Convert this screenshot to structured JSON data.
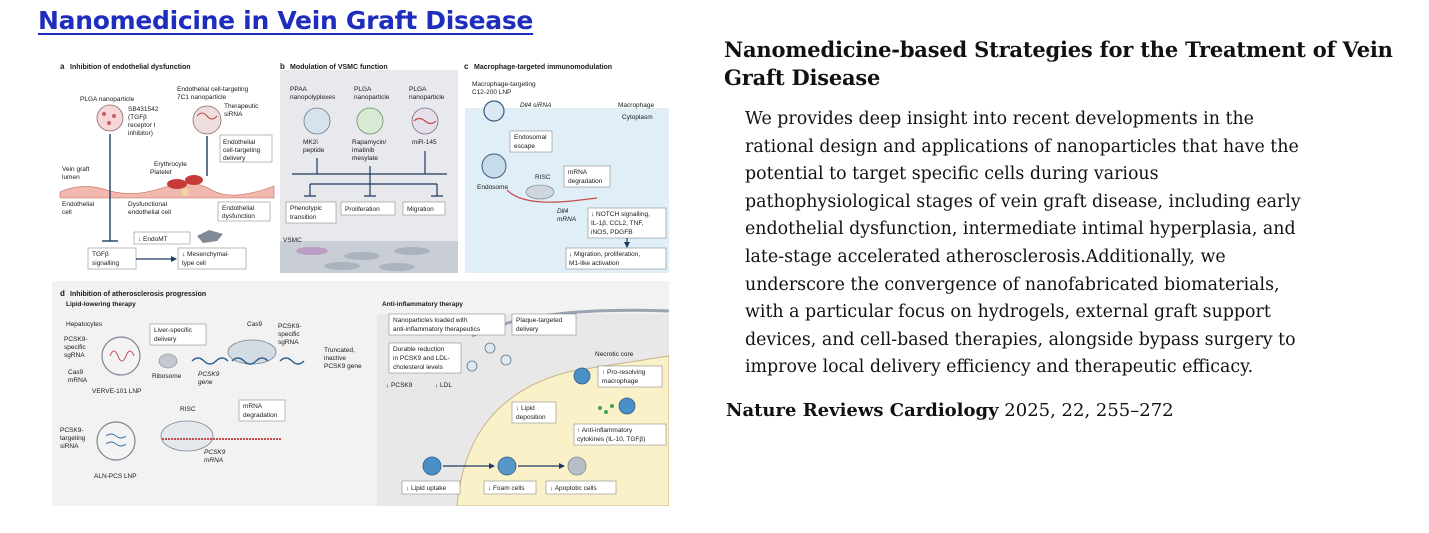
{
  "headline": "Nanomedicine in Vein Graft Disease",
  "article": {
    "title": "Nanomedicine-based Strategies for the Treatment of Vein Graft Disease",
    "abstract": "We provides deep insight into recent developments in the rational design and applications of nanoparticles that have the potential to target specific cells during various pathophysiological stages of vein graft disease, including early endothelial dysfunction, intermediate intimal hyperplasia, and late-stage accelerated atherosclerosis.Additionally, we underscore the convergence of nanofabricated biomaterials, with a particular focus on hydrogels, external graft support devices, and cell-based therapies, alongside bypass surgery to improve local delivery efficiency and therapeutic efficacy.",
    "journal": "Nature Reviews Cardiology",
    "citation_details": " 2025, 22, 255–272"
  },
  "figure": {
    "panel_a": {
      "letter": "a",
      "title": "Inhibition of endothelial dysfunction",
      "plga_np": "PLGA nanoparticle",
      "sb431542": [
        "SB431542",
        "(TGFβ",
        "receptor I",
        "inhibitor)"
      ],
      "ec_targeting_np": [
        "Endothelial cell-targeting",
        "7C1 nanoparticle"
      ],
      "therapeutic_sirna": [
        "Therapeutic",
        "siRNA"
      ],
      "ec_targeting_delivery": [
        "Endothelial",
        "cell-targeting",
        "delivery"
      ],
      "erythrocyte": "Erythrocyte",
      "platelet": "Platelet",
      "vein_graft_lumen": [
        "Vein graft",
        "lumen"
      ],
      "endothelial_cell": [
        "Endothelial",
        "cell"
      ],
      "dysfunctional_ec": [
        "Dysfunctional",
        "endothelial cell"
      ],
      "endothelial_dysfunction": [
        "Endothelial",
        "dysfunction"
      ],
      "endomt": "↓ EndoMT",
      "tgfb_signalling": [
        "TGFβ",
        "signalling"
      ],
      "mesenchymal": [
        "↓ Mesenchymal-",
        "type cell"
      ]
    },
    "panel_b": {
      "letter": "b",
      "title": "Modulation of VSMC function",
      "ppaa": [
        "PPAA",
        "nanopolyplexes"
      ],
      "plga1": [
        "PLGA",
        "nanoparticle"
      ],
      "plga2": [
        "PLGA",
        "nanoparticle"
      ],
      "mk2i": [
        "MK2i",
        "peptide"
      ],
      "rapamycin": [
        "Rapamycin/",
        "imatinib",
        "mesylate"
      ],
      "mir145": "miR-145",
      "phenotypic": [
        "Phenotypic",
        "transition"
      ],
      "proliferation": "Proliferation",
      "migration": "Migration",
      "vsmc": "VSMC"
    },
    "panel_c": {
      "letter": "c",
      "title": "Macrophage-targeted immunomodulation",
      "lnp": [
        "Macrophage-targeting",
        "C12-200 LNP"
      ],
      "dll4_sirna": "Dll4 siRNA",
      "macrophage": "Macrophage",
      "cytoplasm": "Cytoplasm",
      "endosomal_escape": [
        "Endosomal",
        "escape"
      ],
      "endosome": "Endosome",
      "risc": "RISC",
      "mrna_degradation": [
        "mRNA",
        "degradation"
      ],
      "dll4_mrna": [
        "Dll4",
        "mRNA"
      ],
      "notch": [
        "↓ NOTCH signalling,",
        "IL-1β, CCL2, TNF,",
        "iNOS, PDGFB"
      ],
      "migration_prolif": [
        "↓ Migration, proliferation,",
        "M1-like activation"
      ]
    },
    "panel_d": {
      "letter": "d",
      "title": "Inhibition of atherosclerosis progression",
      "lipid_lowering": "Lipid-lowering therapy",
      "hepatocytes": "Hepatocytes",
      "liver_specific": [
        "Liver-specific",
        "delivery"
      ],
      "cas9": "Cas9",
      "pcsk9_sgrna_top": [
        "PCSK9-",
        "specific",
        "sgRNA"
      ],
      "pcsk9_sgrna_left": [
        "PCSK9-",
        "specific",
        "sgRNA"
      ],
      "cas9_mrna": [
        "Cas9",
        "mRNA"
      ],
      "ribosome": "Ribosome",
      "pcsk9_gene": [
        "PCSK9",
        "gene"
      ],
      "truncated": [
        "Truncated,",
        "inactive",
        "PCSK9 gene"
      ],
      "verve": "VERVE-101 LNP",
      "risc": "RISC",
      "mrna_degradation": [
        "mRNA",
        "degradation"
      ],
      "pcsk9_targeting": [
        "PCSK9-",
        "targeting",
        "siRNA"
      ],
      "pcsk9_mrna": [
        "PCSK9",
        "mRNA"
      ],
      "aln_pcs": "ALN-PCS LNP",
      "anti_inflammatory": "Anti-inflammatory therapy",
      "np_loaded": [
        "Nanoparticles loaded with",
        "anti-inflammatory therapeutics"
      ],
      "plaque_targeted": [
        "Plaque-targeted",
        "delivery"
      ],
      "necrotic_core": "Necrotic core",
      "durable_reduction": [
        "Durable reduction",
        "in PCSK9 and LDL-",
        "cholesterol levels"
      ],
      "down_pcsk9": "↓ PCSK9",
      "down_ldl": "↓ LDL",
      "pro_resolving": [
        "↑ Pro-resolving",
        "macrophage"
      ],
      "lipid_deposition": [
        "↓ Lipid",
        "deposition"
      ],
      "cytokines": [
        "↑ Anti-inflammatory",
        "cytokines (IL-10, TGFβ)"
      ],
      "lipid_uptake": "↓ Lipid uptake",
      "foam_cells": "↓ Foam cells",
      "apoptotic_cells": "↓ Apoptotic cells"
    }
  }
}
